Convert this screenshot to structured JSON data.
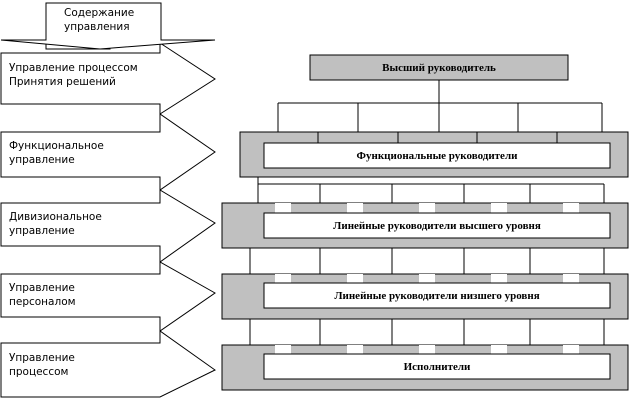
{
  "header_arrow": {
    "label": "Содержание\nуправления"
  },
  "left_arrows": [
    {
      "label": "Управление процессом\nПринятия решений"
    },
    {
      "label": "Функциональное\nуправление"
    },
    {
      "label": "Дивизиональное\nуправление"
    },
    {
      "label": "Управление\nперсоналом"
    },
    {
      "label": "Управление\nпроцессом"
    }
  ],
  "levels": {
    "top": {
      "label": "Высший руководитель"
    },
    "functional": {
      "label": "Функциональные руководители"
    },
    "line_senior": {
      "label": "Линейные руководители высшего уровня"
    },
    "line_junior": {
      "label": "Линейные руководители низшего уровня"
    },
    "performers": {
      "label": "Исполнители"
    }
  },
  "colors": {
    "box_fill": "#c0c0c0",
    "stroke": "#000000",
    "background": "#ffffff"
  }
}
